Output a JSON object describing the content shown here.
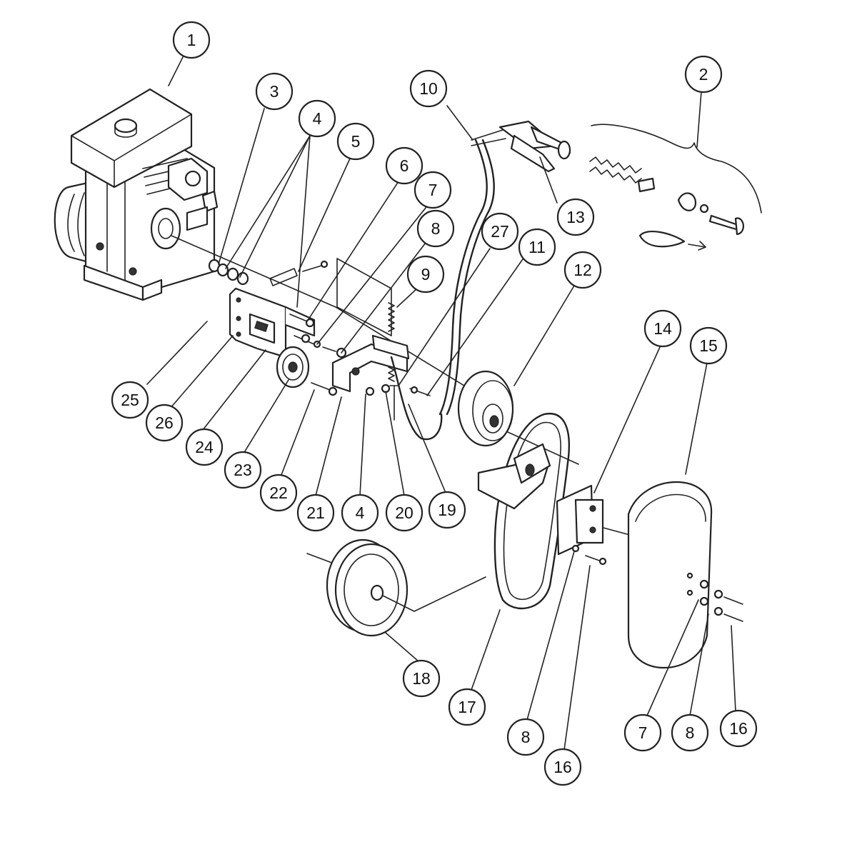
{
  "diagram": {
    "colors": {
      "line": "#222222",
      "background": "#ffffff"
    },
    "callouts": [
      {
        "id": "c1",
        "label": "1"
      },
      {
        "id": "c2",
        "label": "2"
      },
      {
        "id": "c3",
        "label": "3"
      },
      {
        "id": "c4a",
        "label": "4"
      },
      {
        "id": "c5",
        "label": "5"
      },
      {
        "id": "c6",
        "label": "6"
      },
      {
        "id": "c7a",
        "label": "7"
      },
      {
        "id": "c8a",
        "label": "8"
      },
      {
        "id": "c9",
        "label": "9"
      },
      {
        "id": "c10",
        "label": "10"
      },
      {
        "id": "c27",
        "label": "27"
      },
      {
        "id": "c11",
        "label": "11"
      },
      {
        "id": "c12",
        "label": "12"
      },
      {
        "id": "c13",
        "label": "13"
      },
      {
        "id": "c14",
        "label": "14"
      },
      {
        "id": "c15",
        "label": "15"
      },
      {
        "id": "c25",
        "label": "25"
      },
      {
        "id": "c26",
        "label": "26"
      },
      {
        "id": "c24",
        "label": "24"
      },
      {
        "id": "c23",
        "label": "23"
      },
      {
        "id": "c22",
        "label": "22"
      },
      {
        "id": "c21",
        "label": "21"
      },
      {
        "id": "c4b",
        "label": "4"
      },
      {
        "id": "c20",
        "label": "20"
      },
      {
        "id": "c19",
        "label": "19"
      },
      {
        "id": "c18",
        "label": "18"
      },
      {
        "id": "c17",
        "label": "17"
      },
      {
        "id": "c8b",
        "label": "8"
      },
      {
        "id": "c16a",
        "label": "16"
      },
      {
        "id": "c7b",
        "label": "7"
      },
      {
        "id": "c8c",
        "label": "8"
      },
      {
        "id": "c16b",
        "label": "16"
      }
    ]
  }
}
